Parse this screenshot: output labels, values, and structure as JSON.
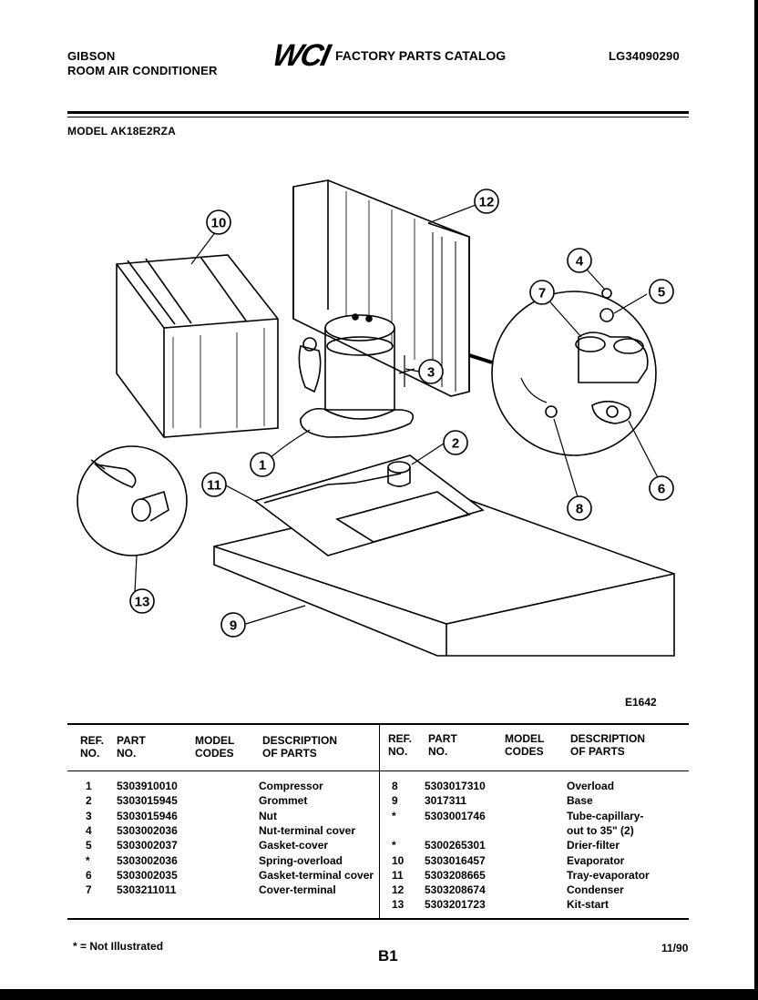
{
  "header": {
    "brand": "GIBSON",
    "product": "ROOM AIR CONDITIONER",
    "logo": "WCI",
    "catalog_title": "FACTORY PARTS CATALOG",
    "catalog_number": "LG34090290",
    "model_line": "MODEL AK18E2RZA"
  },
  "diagram": {
    "callouts": [
      "1",
      "2",
      "3",
      "4",
      "5",
      "6",
      "7",
      "8",
      "9",
      "10",
      "11",
      "12",
      "13"
    ],
    "figure_code": "E1642"
  },
  "table": {
    "headers": {
      "ref_no": [
        "REF.",
        "NO."
      ],
      "part_no": [
        "PART",
        "NO."
      ],
      "model_codes": [
        "MODEL",
        "CODES"
      ],
      "description": [
        "DESCRIPTION",
        "OF PARTS"
      ]
    },
    "left_rows": [
      {
        "ref": "1",
        "part": "5303910010",
        "desc": "Compressor"
      },
      {
        "ref": "2",
        "part": "5303015945",
        "desc": "Grommet"
      },
      {
        "ref": "3",
        "part": "5303015946",
        "desc": "Nut"
      },
      {
        "ref": "4",
        "part": "5303002036",
        "desc": "Nut-terminal cover"
      },
      {
        "ref": "5",
        "part": "5303002037",
        "desc": "Gasket-cover"
      },
      {
        "ref": "*",
        "part": "5303002036",
        "desc": "Spring-overload"
      },
      {
        "ref": "6",
        "part": "5303002035",
        "desc": "Gasket-terminal cover"
      },
      {
        "ref": "7",
        "part": "5303211011",
        "desc": "Cover-terminal"
      }
    ],
    "right_rows": [
      {
        "ref": "8",
        "part": "5303017310",
        "desc": "Overload"
      },
      {
        "ref": "9",
        "part": "3017311",
        "desc": "Base"
      },
      {
        "ref": "*",
        "part": "5303001746",
        "desc": "Tube-capillary-"
      },
      {
        "ref": "",
        "part": "",
        "desc": "out to 35\" (2)"
      },
      {
        "ref": "*",
        "part": "5300265301",
        "desc": "Drier-filter"
      },
      {
        "ref": "10",
        "part": "5303016457",
        "desc": "Evaporator"
      },
      {
        "ref": "11",
        "part": "5303208665",
        "desc": "Tray-evaporator"
      },
      {
        "ref": "12",
        "part": "5303208674",
        "desc": "Condenser"
      },
      {
        "ref": "13",
        "part": "5303201723",
        "desc": "Kit-start"
      }
    ]
  },
  "footer": {
    "note": "* = Not Illustrated",
    "page": "B1",
    "date": "11/90"
  }
}
